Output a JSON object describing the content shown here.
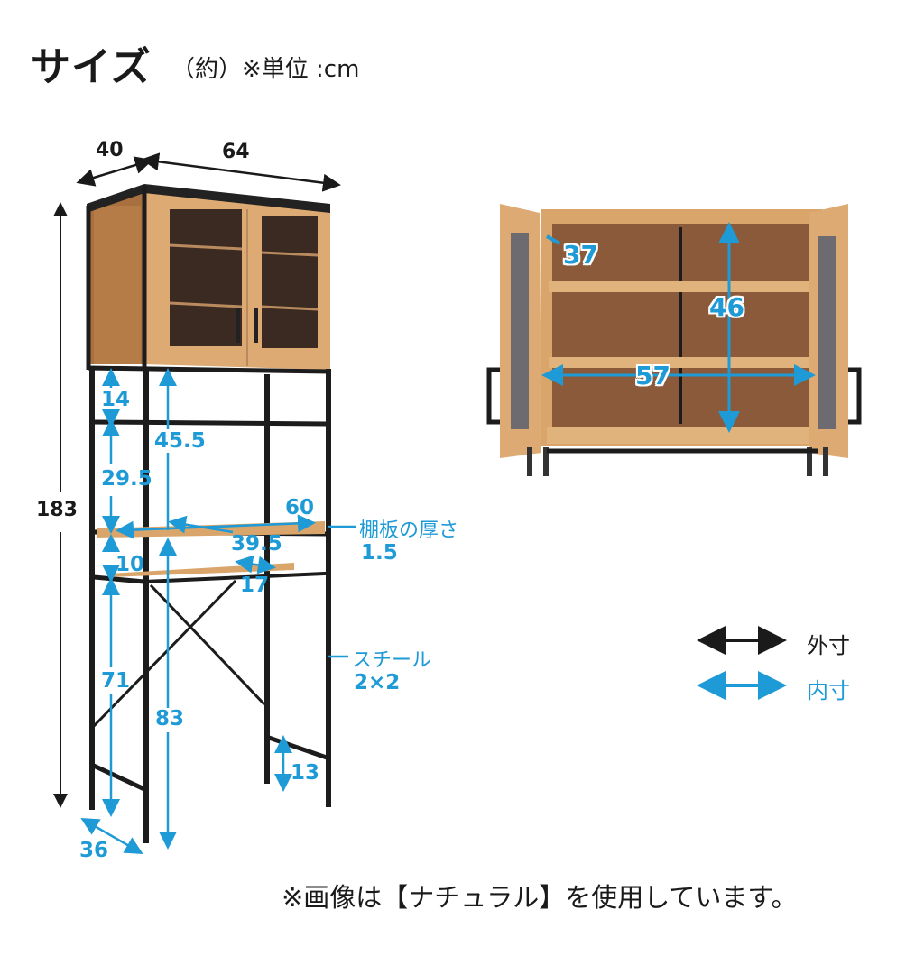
{
  "header": {
    "title": "サイズ",
    "subtitle": "（約）※単位 :cm"
  },
  "outer_dimensions": {
    "depth_top": "40",
    "width_top": "64",
    "height_total": "183"
  },
  "inner_dimensions_rack": {
    "top_gap": "14",
    "upper_clearance": "45.5",
    "middle_gap": "29.5",
    "shelf_width": "60",
    "shelf_depth": "39.5",
    "lower_gap": "10",
    "lower_shelf_depth": "17",
    "leg_clearance": "71",
    "floor_to_shelf": "83",
    "bottom_bar": "13",
    "base_depth": "36"
  },
  "callouts": {
    "shelf_thickness_label": "棚板の厚さ",
    "shelf_thickness_value": "1.5",
    "steel_label": "スチール",
    "steel_value": "2×2"
  },
  "cabinet_inner": {
    "depth": "37",
    "height": "46",
    "width": "57"
  },
  "legend": {
    "items": [
      {
        "label": "外寸",
        "color": "#1a1a1a"
      },
      {
        "label": "内寸",
        "color": "#1e9ad6"
      }
    ]
  },
  "footnote": "※画像は【ナチュラル】を使用しています。",
  "colors": {
    "accent_blue": "#1e9ad6",
    "frame_black": "#1c1c1c",
    "wood_light": "#d9a56a",
    "wood_dark": "#8a5a3a"
  }
}
